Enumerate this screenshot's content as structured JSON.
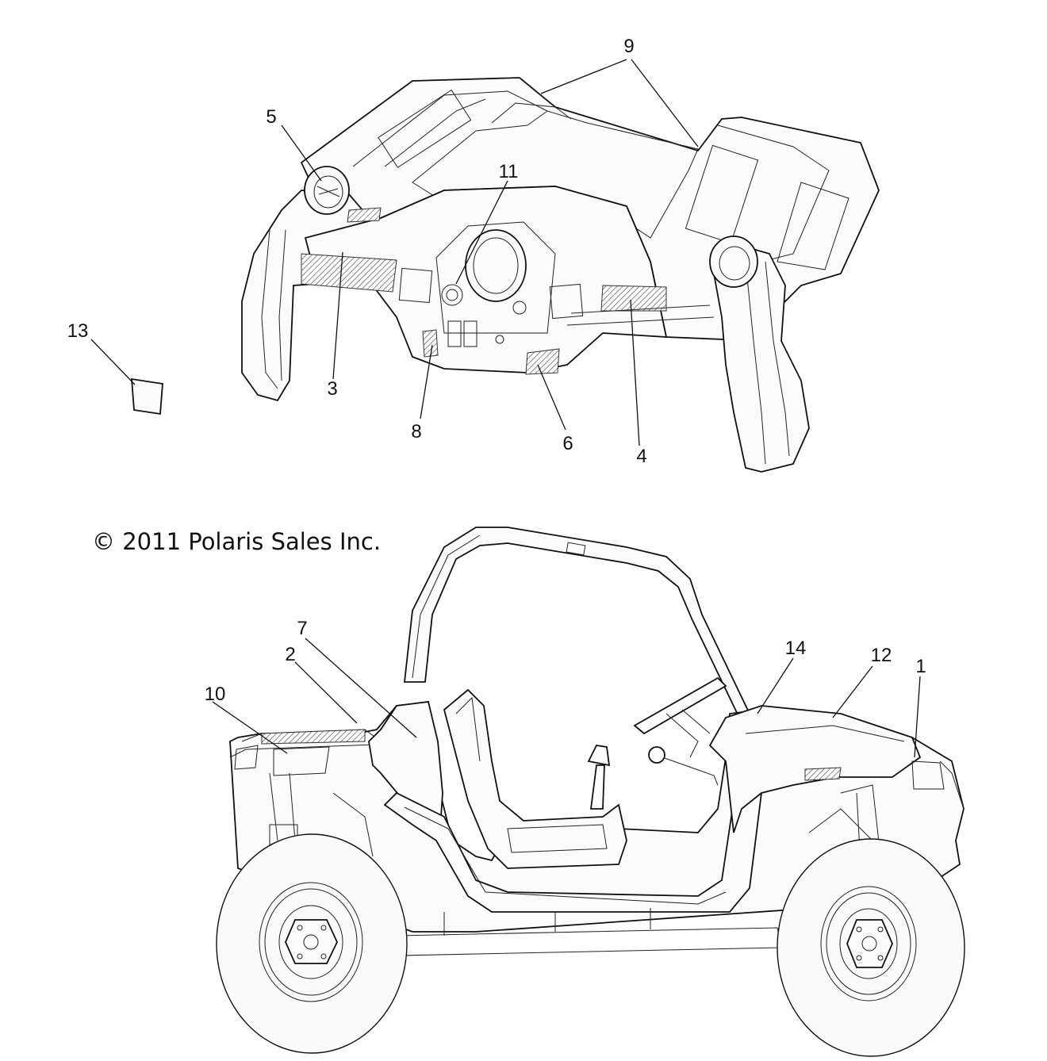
{
  "copyright": "© 2011 Polaris Sales Inc.",
  "callouts": [
    {
      "id": "c1",
      "label": "1"
    },
    {
      "id": "c2",
      "label": "2"
    },
    {
      "id": "c3",
      "label": "3"
    },
    {
      "id": "c4",
      "label": "4"
    },
    {
      "id": "c5",
      "label": "5"
    },
    {
      "id": "c6",
      "label": "6"
    },
    {
      "id": "c7",
      "label": "7"
    },
    {
      "id": "c8",
      "label": "8"
    },
    {
      "id": "c9",
      "label": "9"
    },
    {
      "id": "c10",
      "label": "10"
    },
    {
      "id": "c11",
      "label": "11"
    },
    {
      "id": "c12",
      "label": "12"
    },
    {
      "id": "c13",
      "label": "13"
    },
    {
      "id": "c14",
      "label": "14"
    }
  ]
}
